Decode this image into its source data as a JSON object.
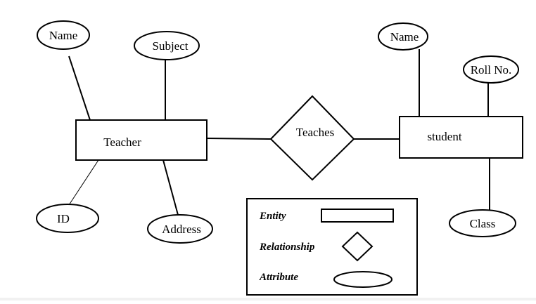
{
  "entities": {
    "teacher": "Teacher",
    "student": "student"
  },
  "relationship": "Teaches",
  "attributes": {
    "teacher_name": "Name",
    "teacher_subject": "Subject",
    "teacher_id": "ID",
    "teacher_address": "Address",
    "student_name": "Name",
    "student_roll": "Roll No.",
    "student_class": "Class"
  },
  "legend": {
    "entity": "Entity",
    "relationship": "Relationship",
    "attribute": "Attribute"
  }
}
